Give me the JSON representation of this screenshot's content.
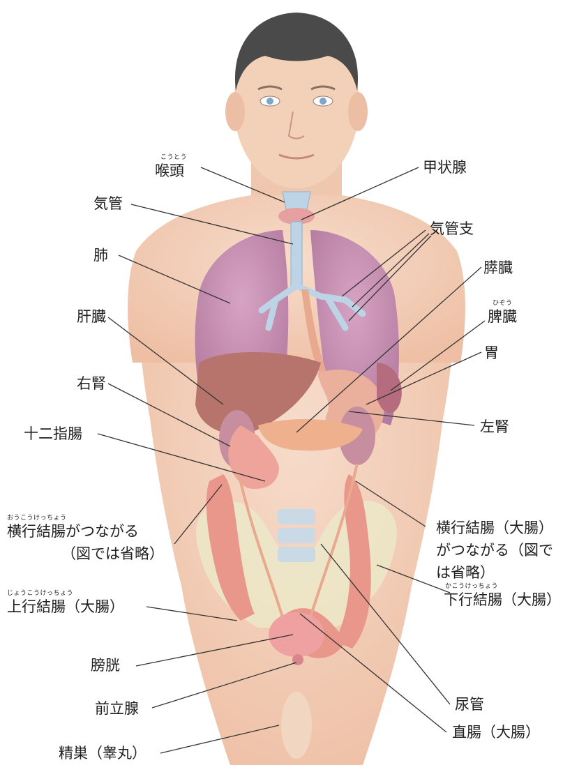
{
  "labels": {
    "larynx": "喉頭",
    "larynx_ruby": "こうとう",
    "thyroid": "甲状腺",
    "trachea": "気管",
    "bronchi": "気管支",
    "lung": "肺",
    "pancreas": "膵臓",
    "liver": "肝臓",
    "spleen": "脾臓",
    "spleen_ruby": "ひぞう",
    "stomach": "胃",
    "right_kidney": "右腎",
    "left_kidney": "左腎",
    "duodenum": "十二指腸",
    "transverse_left_1": "横行結腸がつながる",
    "transverse_left_1_ruby": "おうこうけっちょう",
    "transverse_left_2": "（図では省略）",
    "transverse_right_1": "横行結腸（大腸）",
    "transverse_right_2": "がつながる（図で",
    "transverse_right_3": "は省略）",
    "ascending_colon": "上行結腸（大腸）",
    "ascending_colon_ruby": "じょうこうけっちょう",
    "descending_colon": "下行結腸（大腸）",
    "descending_colon_ruby": "かこうけっちょう",
    "bladder": "膀胱",
    "ureter": "尿管",
    "prostate": "前立腺",
    "rectum": "直腸（大腸）",
    "testis": "精巣（睾丸）"
  },
  "colors": {
    "skin": "#f3d3bf",
    "skin_shadow": "#e8b89c",
    "hair": "#4a4a4a",
    "lung": "#c98fb1",
    "liver": "#b9766f",
    "kidney": "#c98ea0",
    "colon": "#e8978a",
    "bone": "#ece7c8",
    "airway": "#b9d3e6",
    "leader_line": "#333333"
  }
}
